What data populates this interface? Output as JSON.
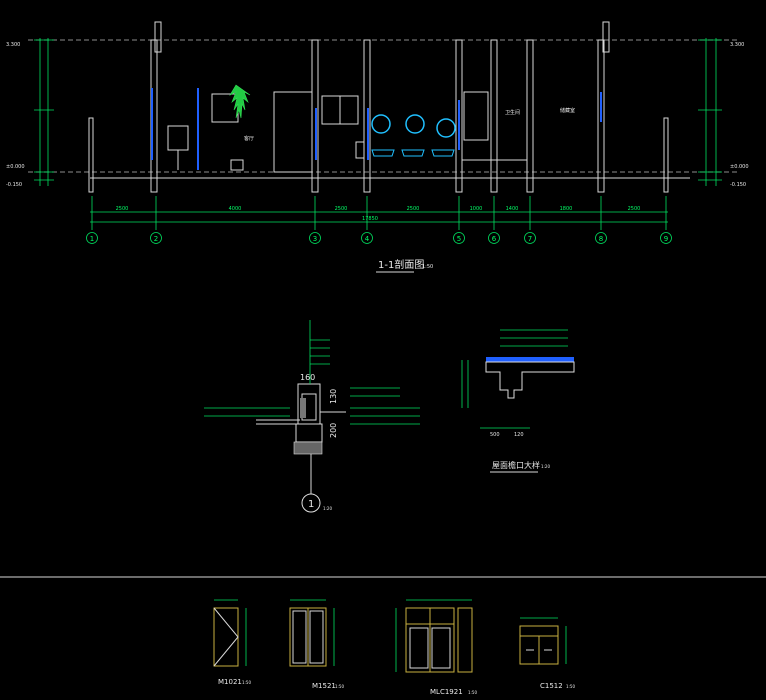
{
  "section": {
    "title": "1-1剖面图",
    "scale": "1:50",
    "axes": [
      "1",
      "2",
      "3",
      "4",
      "5",
      "6",
      "7",
      "8",
      "9"
    ],
    "dims": [
      "2500",
      "4000",
      "2500",
      "2500",
      "1000",
      "1400",
      "1800",
      "2500"
    ],
    "total_dim": "17850",
    "elev_top": "3.300",
    "elev_floor": "±0.000",
    "elev_bottom": "-0.150",
    "room_labels": [
      "客厅",
      "卫生间",
      "储藏室"
    ]
  },
  "detail1": {
    "index": "1",
    "scale": "1:20",
    "dim_top": "160",
    "dim_mid": "130",
    "dim_low": "200"
  },
  "detail2": {
    "title": "屋面檐口大样",
    "scale": "1:20",
    "dims": [
      "500",
      "120"
    ]
  },
  "windows": [
    {
      "code": "M1021",
      "scale": "1:50"
    },
    {
      "code": "M1521",
      "scale": "1:50"
    },
    {
      "code": "MLC1921",
      "scale": "1:50"
    },
    {
      "code": "C1512",
      "scale": "1:50"
    }
  ]
}
